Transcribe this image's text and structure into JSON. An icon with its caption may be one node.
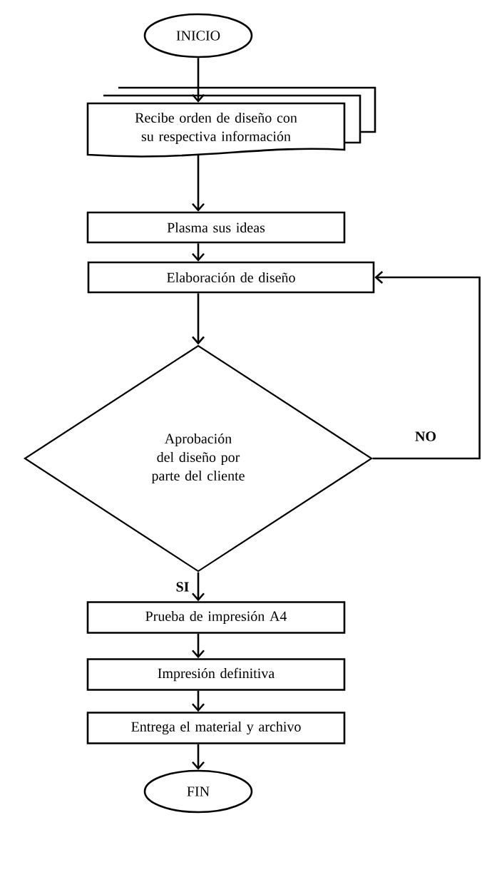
{
  "diagram": {
    "nodes": [
      {
        "text": [
          "INICIO"
        ]
      },
      {
        "text": [
          "Recibe orden de diseño con su respectiva información"
        ]
      },
      {
        "text": [
          "Plasma sus ideas"
        ]
      },
      {
        "text": [
          "Elaboración de diseño"
        ]
      },
      {
        "text": [
          "Aprobación del diseño por parte del cliente"
        ]
      },
      {
        "text": [
          "Prueba de impresión A4"
        ]
      },
      {
        "text": [
          "Impresión definitiva"
        ]
      },
      {
        "text": [
          "Entrega el material y archivo"
        ]
      },
      {
        "text": [
          "FIN"
        ]
      }
    ],
    "edges": [
      {
        "from": 0,
        "to": 1,
        "arrow": "to"
      },
      {
        "from": 1,
        "to": 2,
        "arrow": "to"
      },
      {
        "from": 2,
        "to": 3,
        "arrow": "to"
      },
      {
        "from": 3,
        "to": 4,
        "arrow": "to"
      },
      {
        "from": 4,
        "to": 5,
        "arrow": "to",
        "label": "SI"
      },
      {
        "from": 4,
        "to": 3,
        "arrow": "to",
        "label": "NO"
      },
      {
        "from": 5,
        "to": 6,
        "arrow": "to"
      },
      {
        "from": 6,
        "to": 7,
        "arrow": "to"
      },
      {
        "from": 7,
        "to": 8,
        "arrow": "to"
      }
    ]
  }
}
